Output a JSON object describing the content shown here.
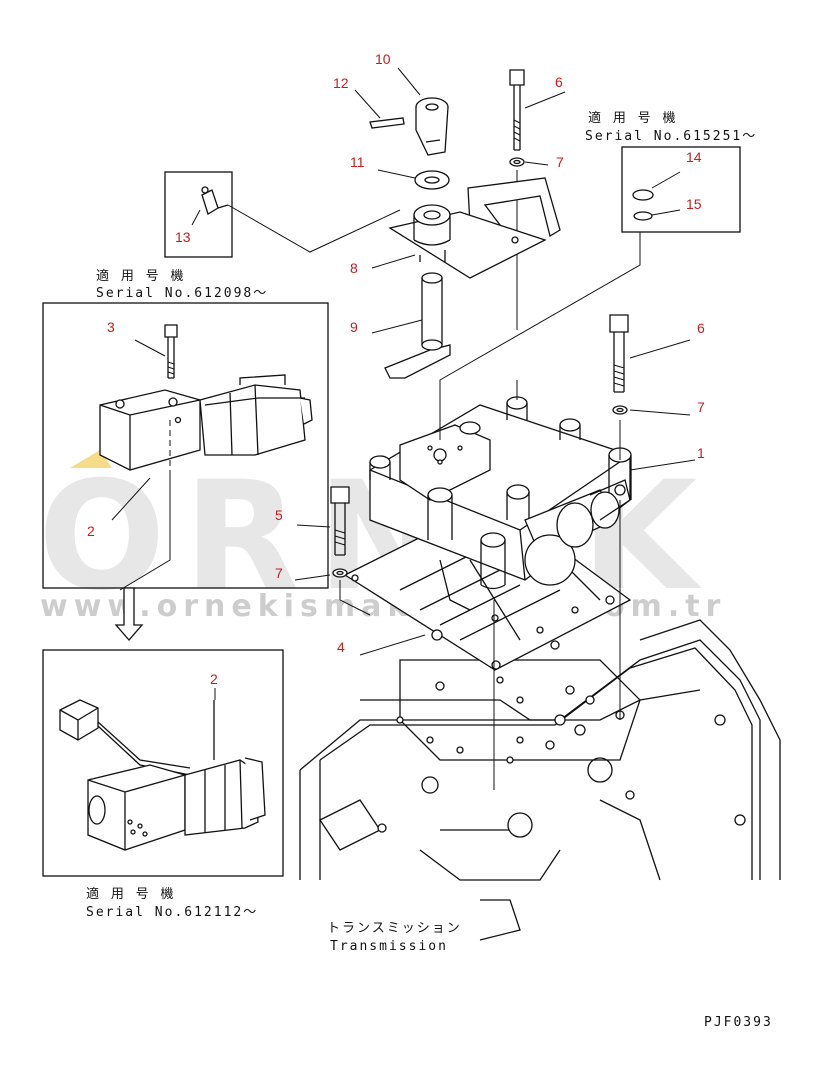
{
  "callouts": {
    "c1": "1",
    "c2a": "2",
    "c2b": "2",
    "c3": "3",
    "c4": "4",
    "c5": "5",
    "c6a": "6",
    "c6b": "6",
    "c7a": "7",
    "c7b": "7",
    "c7c": "7",
    "c8": "8",
    "c9": "9",
    "c10": "10",
    "c11": "11",
    "c12": "12",
    "c13": "13",
    "c14": "14",
    "c15": "15"
  },
  "serial_notes": {
    "top_right": {
      "title": "適 用 号 機",
      "serial": "Serial No.615251～"
    },
    "left_upper": {
      "title": "適 用 号 機",
      "serial": "Serial No.612098～"
    },
    "left_lower": {
      "title": "適 用 号 機",
      "serial": "Serial No.612112～"
    }
  },
  "transmission": {
    "jp": "トランスミッション",
    "en": "Transmission"
  },
  "drawing_code": "PJF0393",
  "watermark": {
    "brand": "ORNEK",
    "url": "www.ornekismakinalari.com.tr"
  },
  "colors": {
    "callout": "#c41e1e",
    "line": "#111111",
    "watermark": "#d4d4d4",
    "accent": "#f2d36b"
  }
}
